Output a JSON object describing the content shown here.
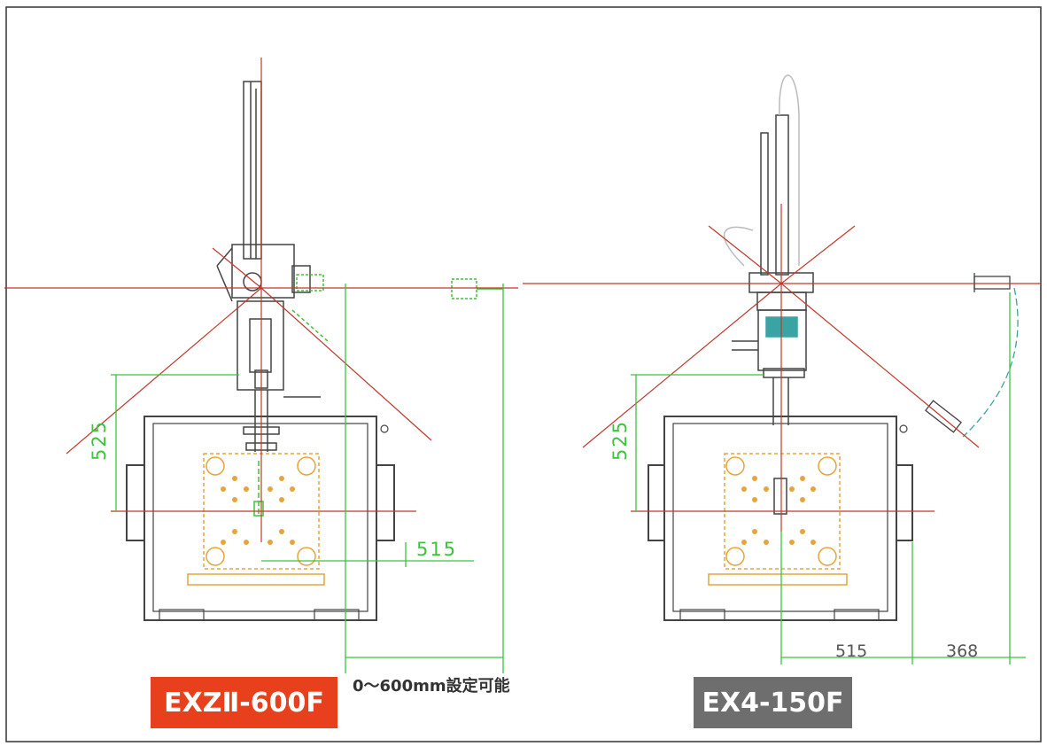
{
  "colors": {
    "frame": "#333333",
    "machine": "#444444",
    "centerline": "#c0392b",
    "dimension": "#3cc43c",
    "workpiece": "#e6a53c",
    "teal": "#3aa3a3",
    "badge_left": "#e8401c",
    "badge_right": "#6e6e6e"
  },
  "left_diagram": {
    "model": "EXZⅡ-600F",
    "dim_vertical": "525",
    "dim_horizontal": "515",
    "range_note": "0～600mm設定可能"
  },
  "right_diagram": {
    "model": "EX4-150F",
    "dim_vertical": "525",
    "dim_horizontal_a": "515",
    "dim_horizontal_b": "368"
  }
}
